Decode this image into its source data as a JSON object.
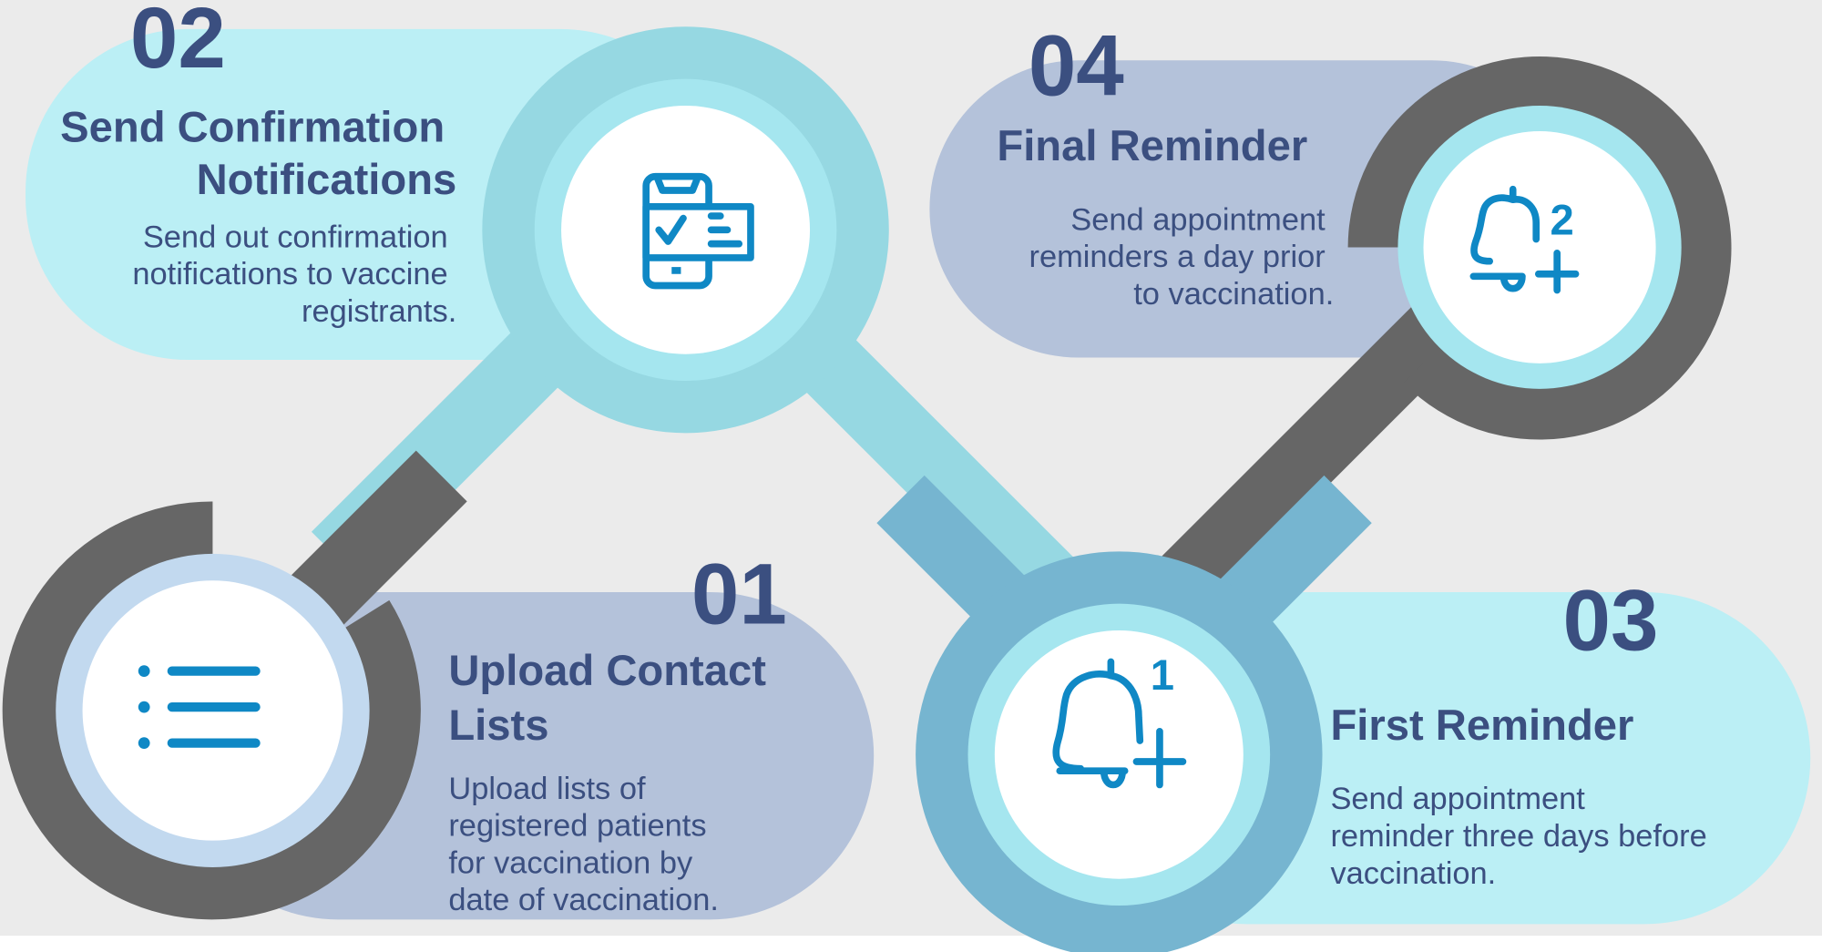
{
  "steps": [
    {
      "number": "01",
      "title_lines": [
        "Upload Contact",
        "Lists"
      ],
      "body_lines": [
        "Upload lists of",
        "registered patients",
        "for vaccination by",
        "date of vaccination."
      ],
      "icon": "list-icon"
    },
    {
      "number": "02",
      "title_lines": [
        "Send Confirmation",
        "Notifications"
      ],
      "body_lines": [
        "Send out confirmation",
        "notifications to vaccine",
        "registrants."
      ],
      "icon": "mobile-checklist-icon"
    },
    {
      "number": "03",
      "title_lines": [
        "First Reminder"
      ],
      "body_lines": [
        "Send appointment",
        "reminder three days before",
        "vaccination."
      ],
      "icon": "bell-plus-icon",
      "badge": "1"
    },
    {
      "number": "04",
      "title_lines": [
        "Final Reminder"
      ],
      "body_lines": [
        "Send appointment",
        "reminders a day prior",
        "to vaccination."
      ],
      "icon": "bell-plus-icon",
      "badge": "2"
    }
  ],
  "colors": {
    "text": "#3b4f80",
    "icon": "#0f88c5",
    "cyan_light": "#bbeff5",
    "periwinkle": "#b4c2da",
    "gray": "#666666",
    "teal": "#96d8e2",
    "steel_blue": "#76b5d0"
  }
}
